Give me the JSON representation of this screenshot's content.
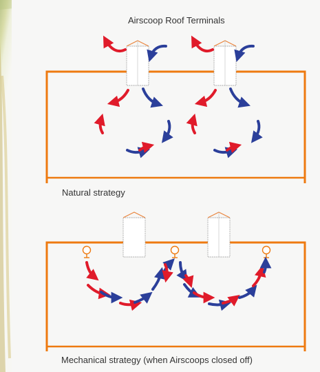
{
  "labels": {
    "roof_terminals": "Airscoop Roof Terminals",
    "natural_strategy": "Natural strategy",
    "mechanical_strategy": "Mechanical strategy (when Airscoops closed off)"
  },
  "colors": {
    "frame": "#ee7a10",
    "warm_air": "#e01b2a",
    "cool_air": "#2b3f9a",
    "terminal_outline": "#999999",
    "background": "#f7f7f6",
    "leaf_accent": "#a9b86a"
  },
  "icons": {
    "terminal": "airscoop-terminal-icon",
    "diffuser": "ceiling-diffuser-icon",
    "warm_arrow": "warm-air-arrow-icon",
    "cool_arrow": "cool-air-arrow-icon"
  }
}
